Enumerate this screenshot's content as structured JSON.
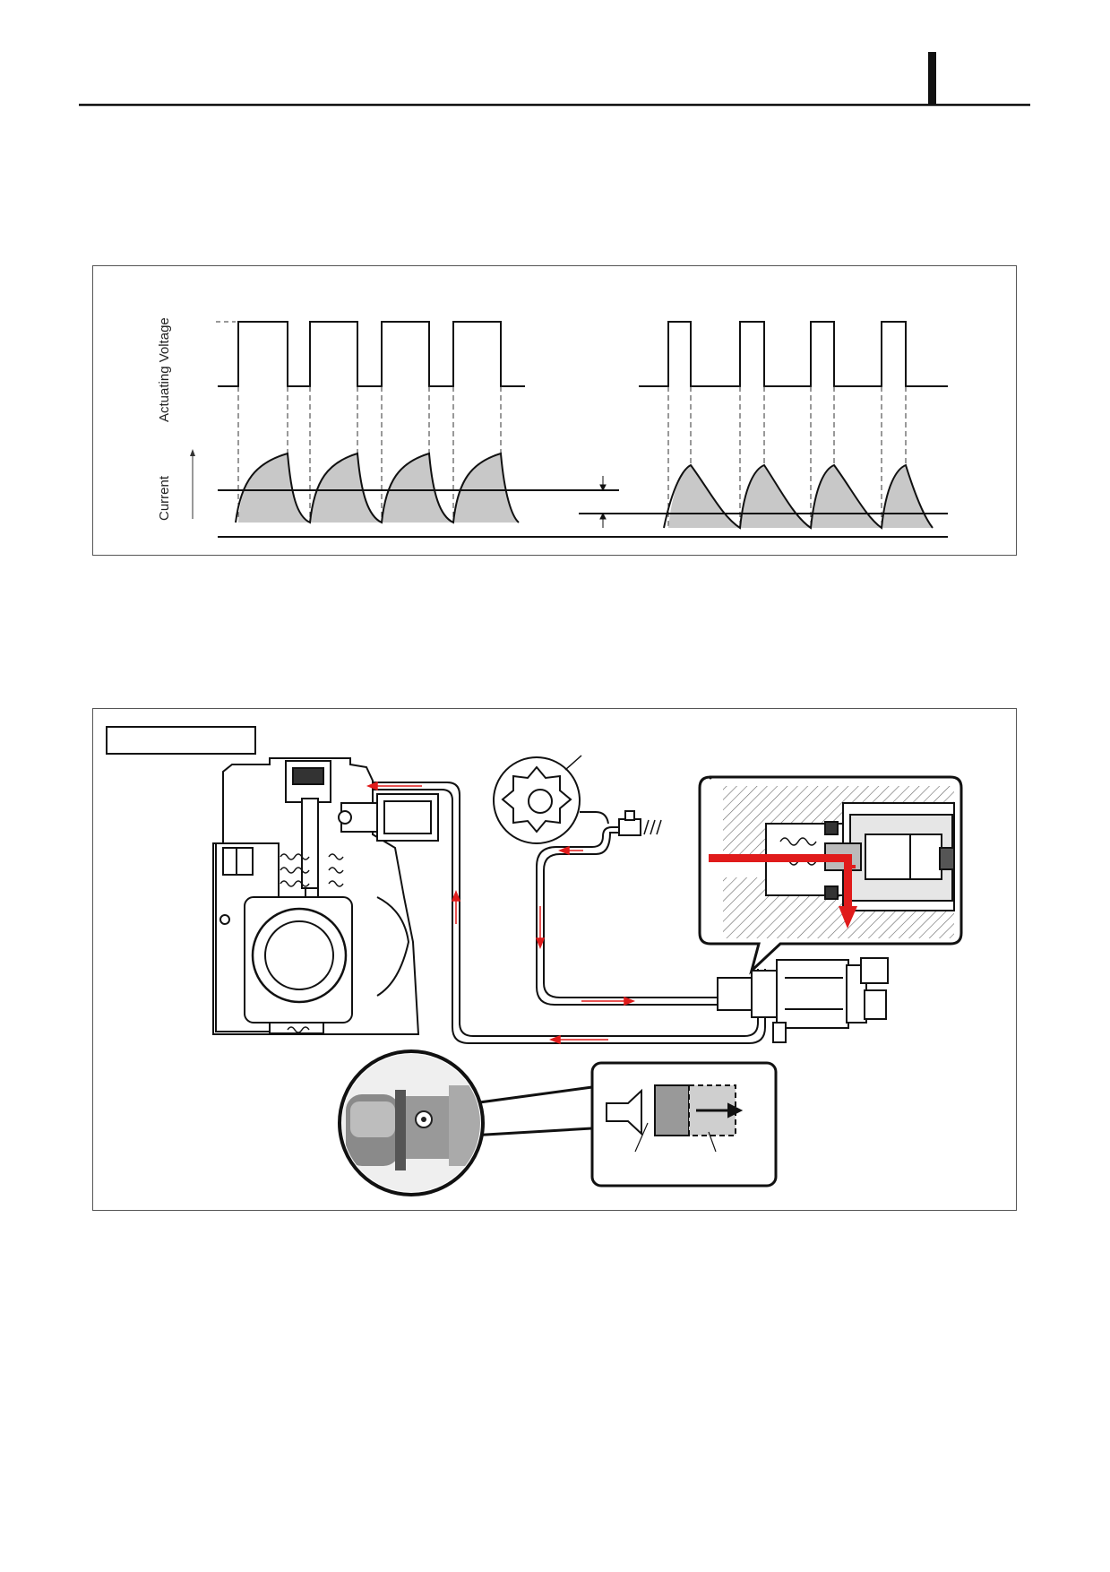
{
  "figure1": {
    "y_axis_top_label": "Actuating Voltage",
    "y_axis_bottom_label": "Current"
  },
  "colors": {
    "flow_arrow": "#e01b1b",
    "fill_gray": "#c8c8c8",
    "hatch": "#666666",
    "line": "#111111"
  },
  "icons": [
    "header-tab-marker",
    "gerotor-pump-icon",
    "spring-icon",
    "flow-arrow-icon",
    "magnifier-inset-icon"
  ]
}
